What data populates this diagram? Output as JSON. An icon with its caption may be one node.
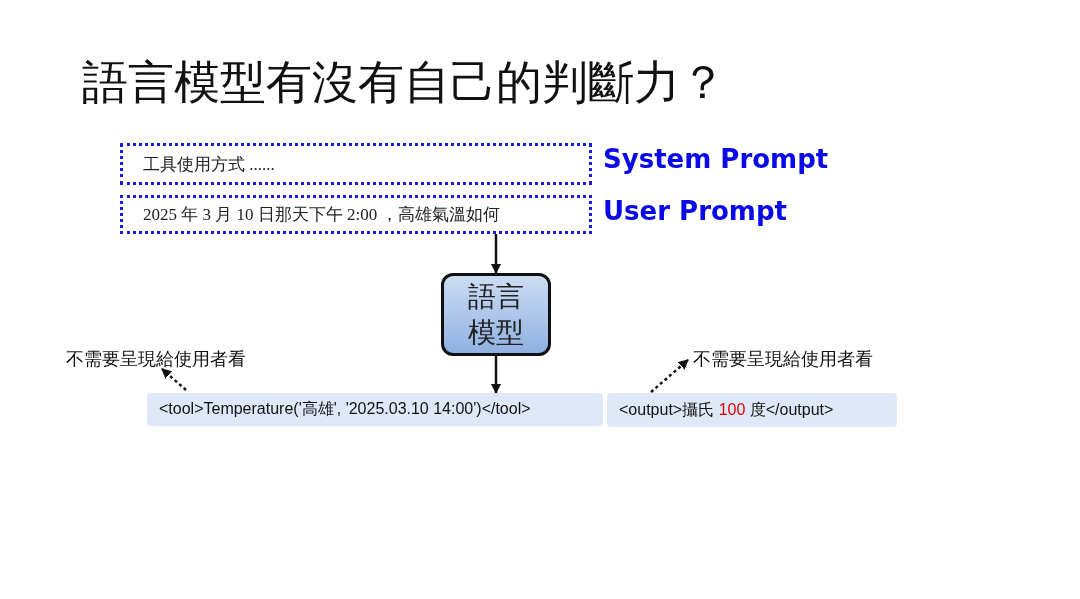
{
  "diagram": {
    "title": "語言模型有沒有自己的判斷力？",
    "nodes": [
      {
        "text": [
          "工具使用方式 ......"
        ],
        "beside": [
          "System Prompt"
        ]
      },
      {
        "text": [
          "2025 年 3 月 10 日那天下午 2:00 ，高雄氣溫如何"
        ],
        "beside": [
          "User Prompt"
        ]
      },
      {
        "text": [
          "語言模型"
        ]
      },
      {
        "text": [
          "<tool>Temperature('高雄', '2025.03.10 14:00')</tool>"
        ]
      },
      {
        "text": [
          "<output>攝氏 100 度</output>"
        ]
      },
      {
        "text": [
          "不需要呈現給使用者看"
        ]
      },
      {
        "text": [
          "不需要呈現給使用者看"
        ]
      }
    ],
    "edges": [
      {
        "from": 1,
        "to": 2,
        "arrow": "to"
      },
      {
        "from": 2,
        "to": 3,
        "arrow": "to"
      },
      {
        "from": 3,
        "to": 5,
        "arrow": "to",
        "style": "dashed"
      },
      {
        "from": 4,
        "to": 6,
        "arrow": "to",
        "style": "dashed"
      }
    ]
  }
}
